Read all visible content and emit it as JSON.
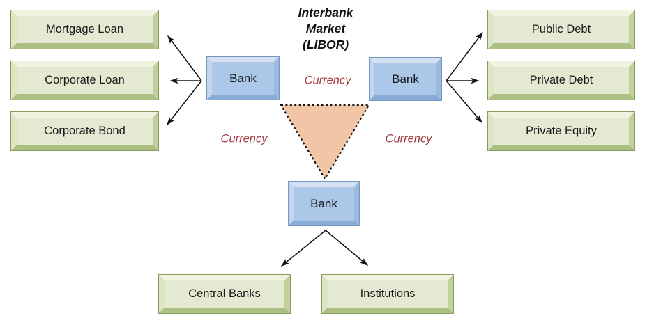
{
  "title": {
    "lines": [
      "Interbank",
      "Market",
      "(LIBOR)"
    ]
  },
  "banks": {
    "left": "Bank",
    "right": "Bank",
    "bottom": "Bank"
  },
  "currency": {
    "top": "Currency",
    "left": "Currency",
    "right": "Currency"
  },
  "left_column": [
    "Mortgage Loan",
    "Corporate Loan",
    "Corporate Bond"
  ],
  "right_column": [
    "Public Debt",
    "Private Debt",
    "Private Equity"
  ],
  "bottom_row": [
    "Central Banks",
    "Institutions"
  ],
  "colors": {
    "background": "#ffffff",
    "green-face": "#e4e9d1",
    "green-bev-top": "#eff3e0",
    "green-bev-right": "#c2d19c",
    "green-bev-bottom": "#adc084",
    "green-bev-left": "#dde6c4",
    "green-border": "#869b5d",
    "blue-face": "#abc8e9",
    "blue-bev-top": "#d5e1f3",
    "blue-bev-right": "#9bbade",
    "blue-bev-bottom": "#88abd5",
    "blue-bev-left": "#c2d6ef",
    "blue-border": "#7596c2",
    "triangle-fill": "#f2c5a6",
    "triangle-stroke": "#141414",
    "currency-red": "#a23b43",
    "line-color": "#141414",
    "text-dark": "#1a1a1a"
  }
}
